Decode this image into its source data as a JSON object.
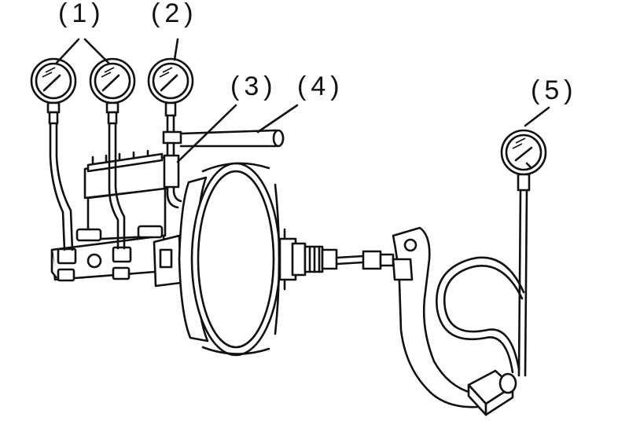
{
  "labels": {
    "gauge_1": "(1)",
    "gauge_2": "(2)",
    "item_3": "(3)",
    "item_4": "(4)",
    "gauge_5": "(5)"
  },
  "colors": {
    "ink": "#111111",
    "paper": "#ffffff"
  },
  "icons": [
    "pressure-gauge-icon"
  ]
}
